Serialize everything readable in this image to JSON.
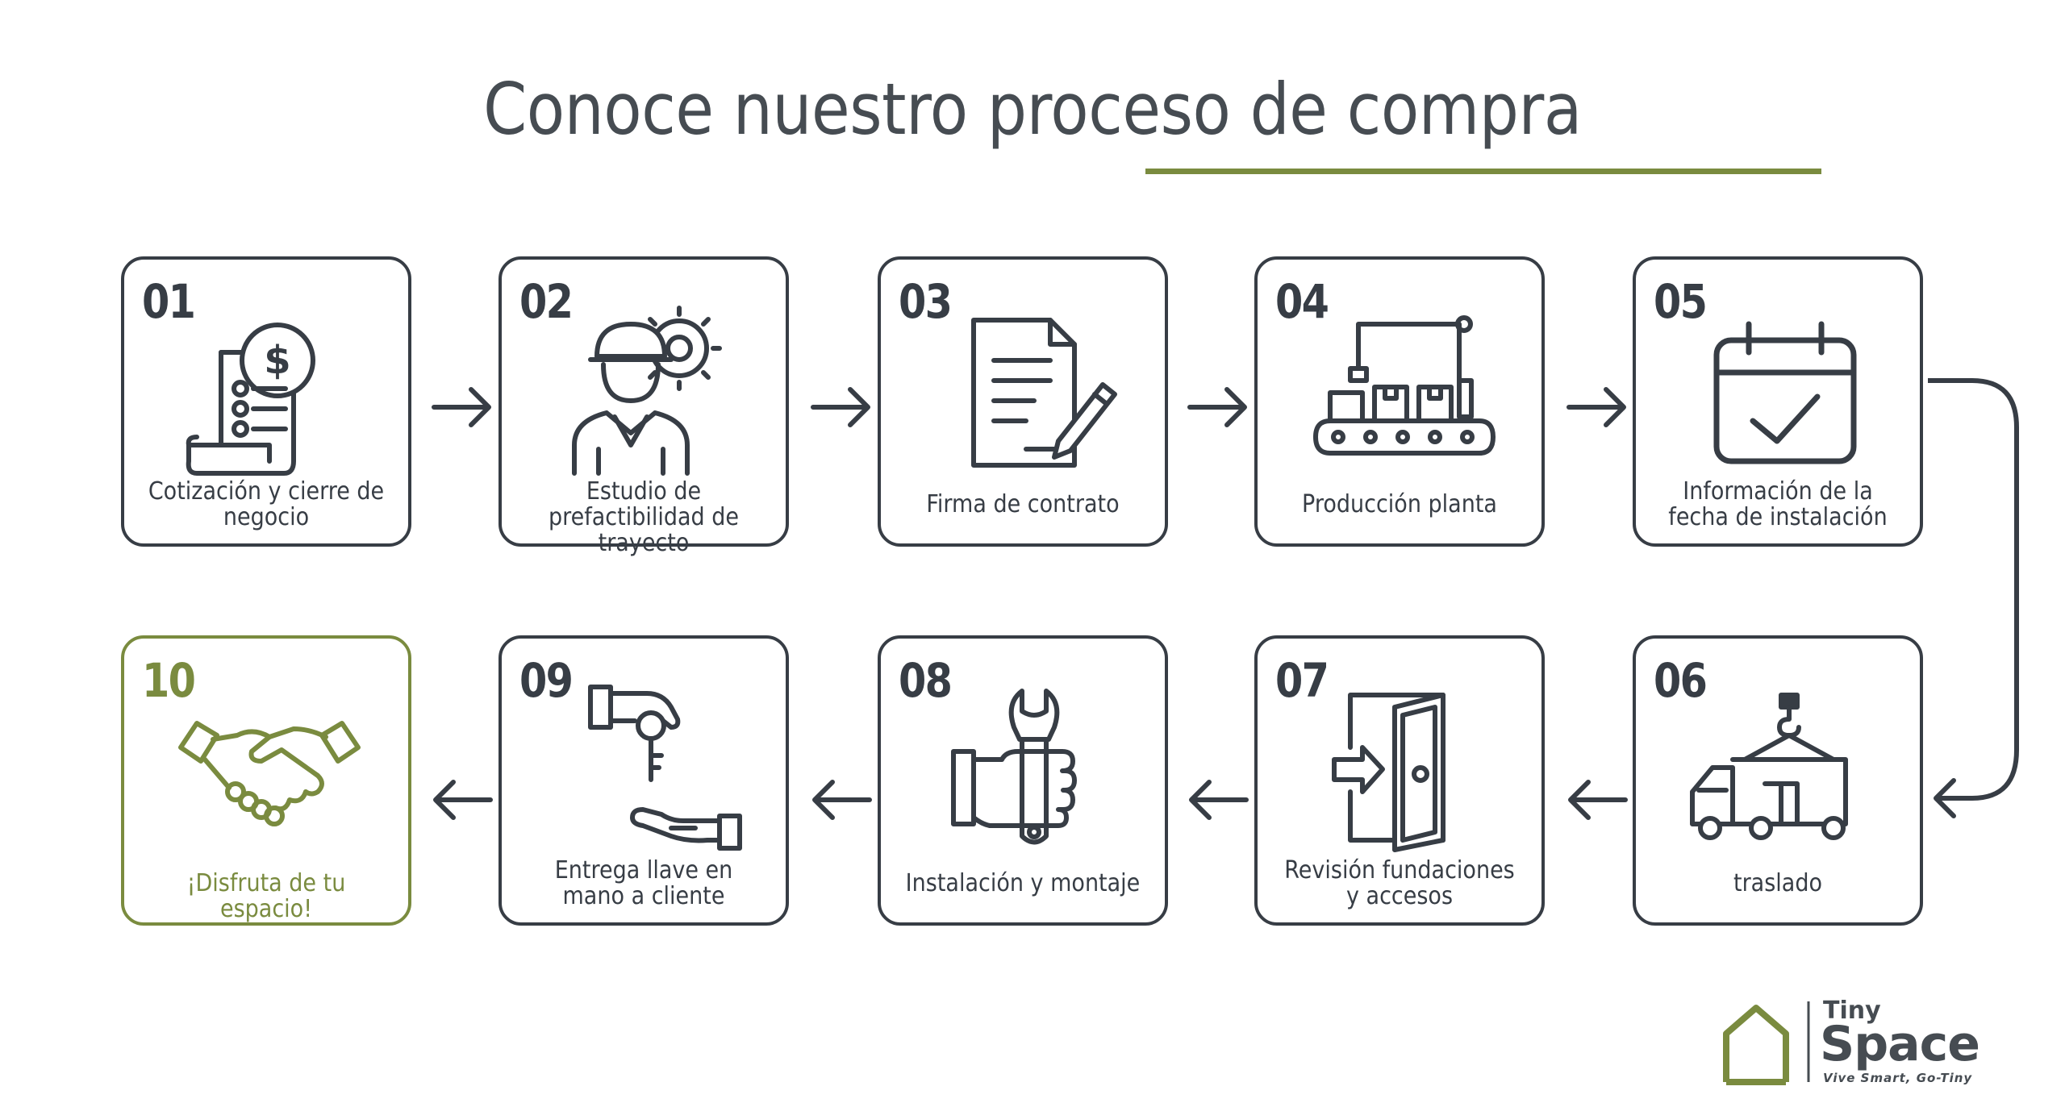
{
  "title": "Conoce nuestro proceso de compra",
  "colors": {
    "dark": "#373d45",
    "accent": "#7a8b3f"
  },
  "steps": [
    {
      "num": "01",
      "label": "Cotización y cierre de negocio",
      "icon": "invoice-dollar-icon"
    },
    {
      "num": "02",
      "label": "Estudio de prefactibilidad de trayecto",
      "icon": "engineer-gear-icon"
    },
    {
      "num": "03",
      "label": "Firma de contrato",
      "icon": "contract-pen-icon"
    },
    {
      "num": "04",
      "label": "Producción planta",
      "icon": "factory-conveyor-icon"
    },
    {
      "num": "05",
      "label": "Información de la fecha de instalación",
      "icon": "calendar-check-icon"
    },
    {
      "num": "06",
      "label": "traslado",
      "icon": "truck-crane-icon"
    },
    {
      "num": "07",
      "label": "Revisión fundaciones y accesos",
      "icon": "door-enter-icon"
    },
    {
      "num": "08",
      "label": "Instalación y montaje",
      "icon": "hand-wrench-icon"
    },
    {
      "num": "09",
      "label": "Entrega llave en mano a cliente",
      "icon": "key-handover-icon"
    },
    {
      "num": "10",
      "label": "¡Disfruta de tu espacio!",
      "icon": "handshake-icon"
    }
  ],
  "logo": {
    "line1": "Tiny",
    "line2": "Space",
    "tagline": "Vive Smart, Go-Tiny"
  }
}
